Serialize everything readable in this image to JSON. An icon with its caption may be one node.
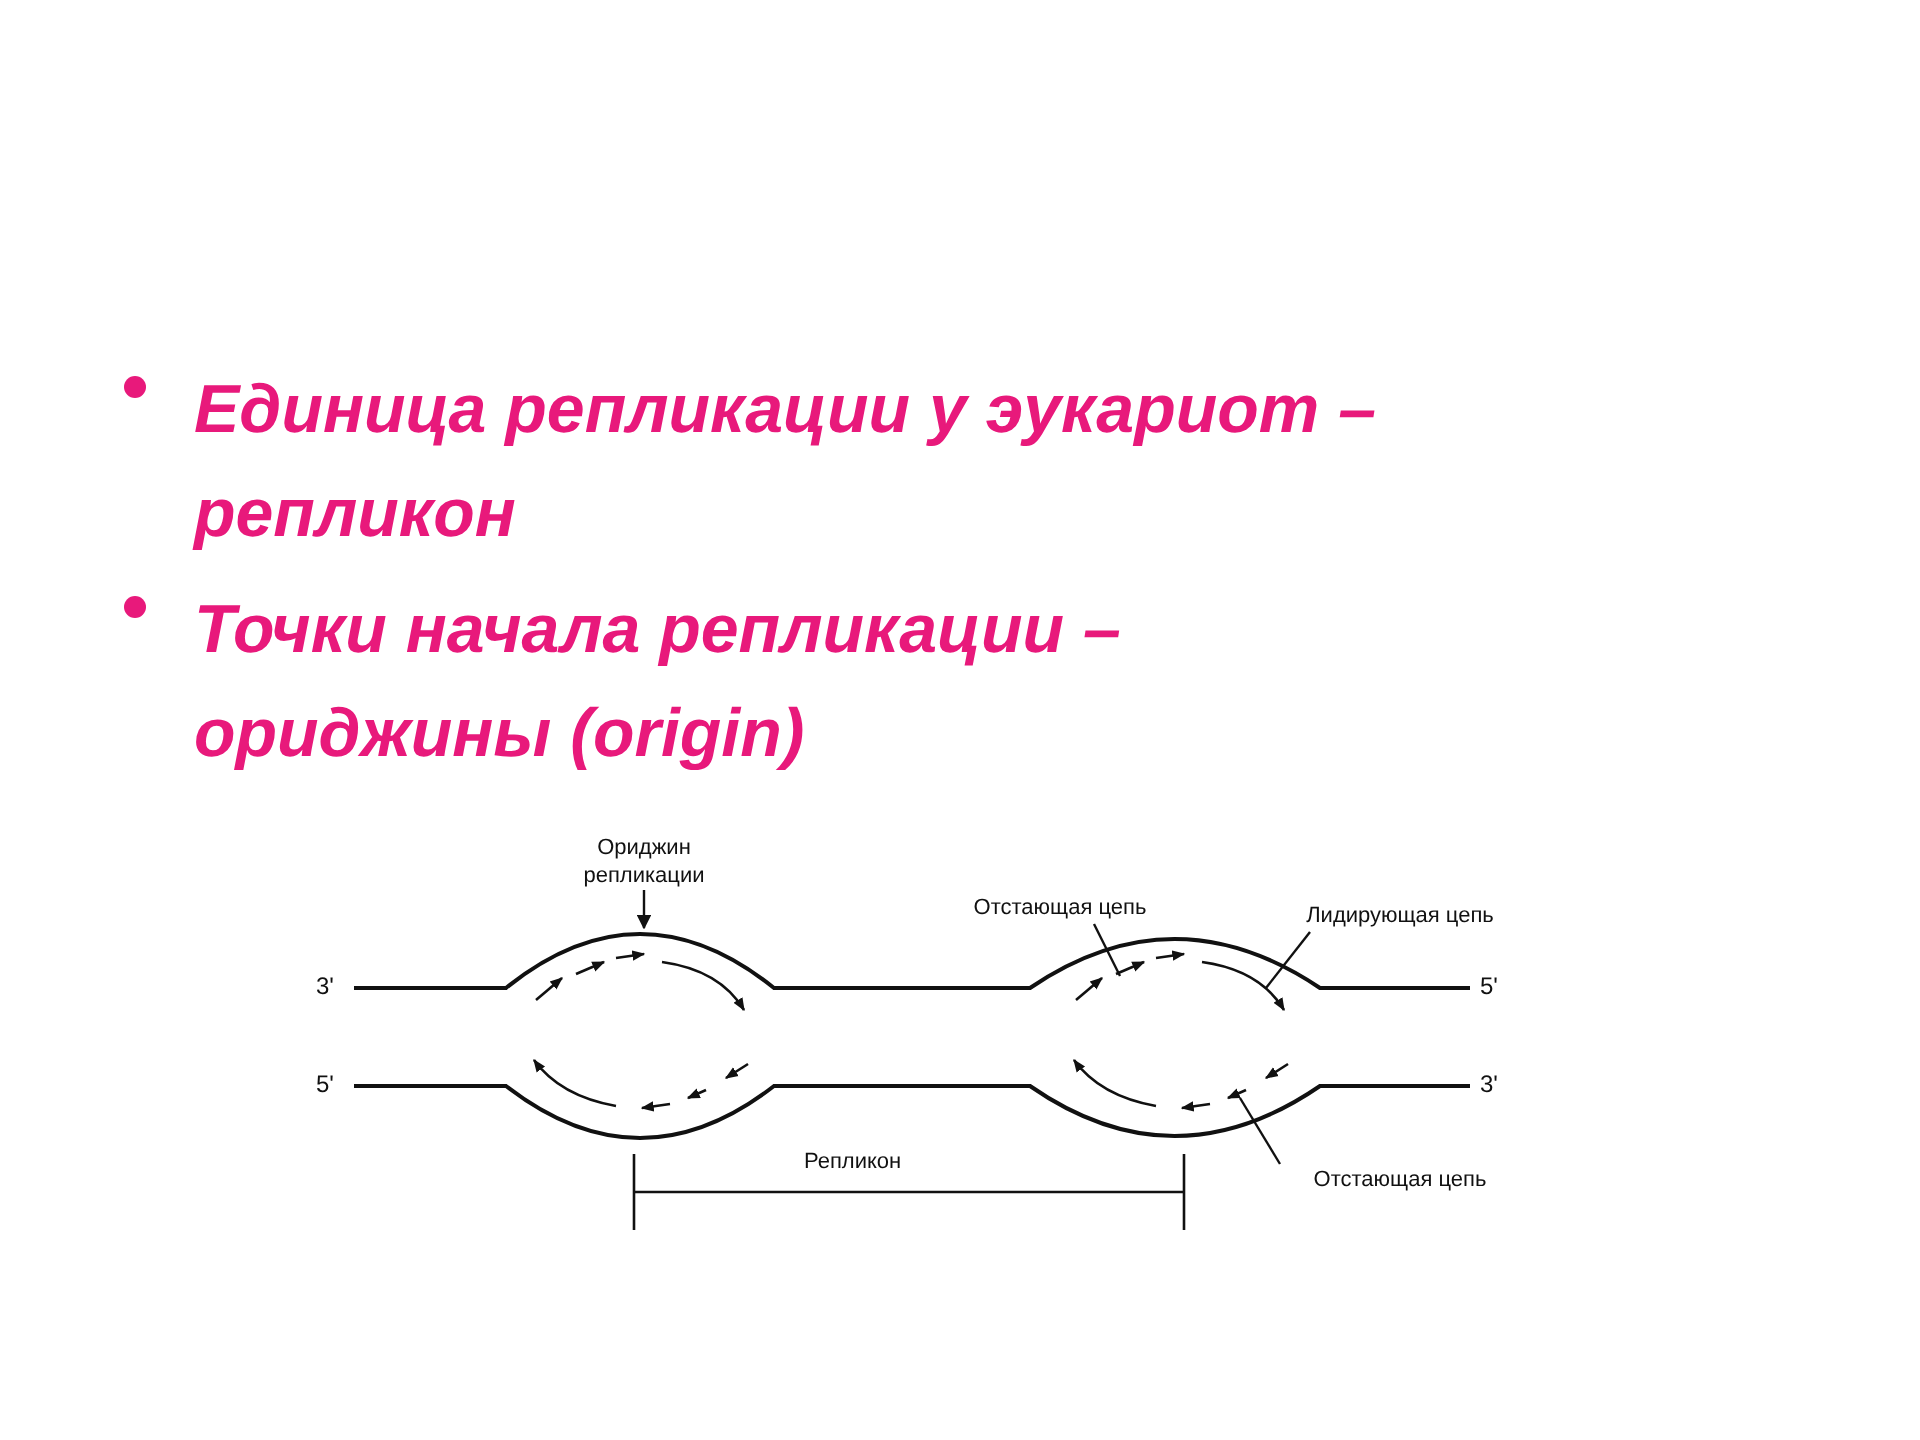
{
  "diagram": {
    "nodes": [
      {
        "text": [
          "Ориджин репликации"
        ]
      },
      {
        "text": [
          "Отстающая цепь"
        ]
      },
      {
        "text": [
          "Лидирующая цепь"
        ]
      },
      {
        "text": [
          "Отстающая цепь"
        ]
      },
      {
        "text": [],
        "shape": "picture"
      }
    ],
    "edges": [
      {
        "from": 0,
        "to": 4,
        "arrow": "to"
      },
      {
        "from": 1,
        "to": 4,
        "arrow": "none"
      },
      {
        "from": 2,
        "to": 4,
        "arrow": "none"
      },
      {
        "from": 3,
        "to": 4,
        "arrow": "none"
      }
    ],
    "labels": [
      "Единица репликации у эукариот – репликон",
      "Точки начала репликации – ориджины (origin)",
      "3'",
      "5'",
      "5'",
      "3'",
      "Репликон"
    ]
  }
}
